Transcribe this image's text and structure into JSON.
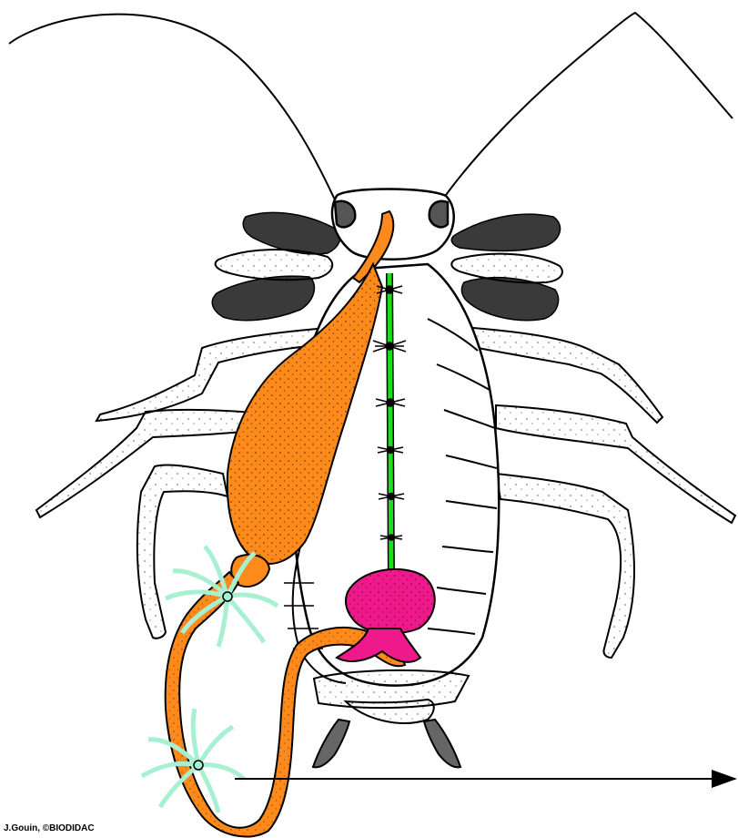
{
  "credit": "J.Gouin, ©BIODIDAC",
  "colors": {
    "outline": "#000000",
    "background": "#ffffff",
    "digestive": "#ff8a1c",
    "nerve_cord": "#19e019",
    "ganglion": "#f0198c",
    "malpighian": "#a8f0d2",
    "glands": "#555555"
  },
  "structures": [
    {
      "name": "antennae"
    },
    {
      "name": "head"
    },
    {
      "name": "salivary-glands"
    },
    {
      "name": "crop"
    },
    {
      "name": "gizzard"
    },
    {
      "name": "midgut"
    },
    {
      "name": "malpighian-tubules"
    },
    {
      "name": "ventral-nerve-cord"
    },
    {
      "name": "terminal-ganglion"
    },
    {
      "name": "legs"
    },
    {
      "name": "cerci"
    },
    {
      "name": "pointer-arrow"
    }
  ]
}
